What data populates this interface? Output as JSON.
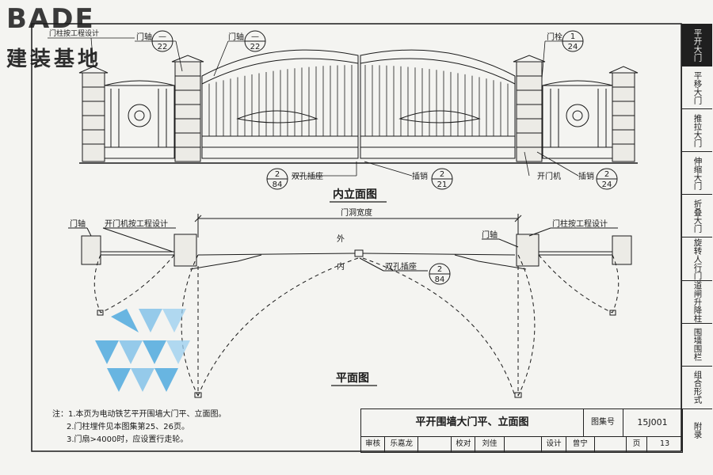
{
  "brand": {
    "latin": "BADE",
    "chinese": "建装基地"
  },
  "sidebar": {
    "tabs": [
      {
        "label": "平开大门",
        "active": true
      },
      {
        "label": "平移大门",
        "active": false
      },
      {
        "label": "推拉大门",
        "active": false
      },
      {
        "label": "伸缩大门",
        "active": false
      },
      {
        "label": "折叠大门",
        "active": false
      },
      {
        "label": "旋转人行门",
        "active": false
      },
      {
        "label": "道闸升降柱",
        "active": false
      },
      {
        "label": "围墙围栏",
        "active": false
      },
      {
        "label": "组合形式",
        "active": false
      },
      {
        "label": "附录",
        "active": false
      }
    ]
  },
  "elevation": {
    "title": "内立面图",
    "labels": {
      "pillar_design": "门柱按工程设计",
      "hinge_left": "门轴",
      "hinge_mid": "门轴",
      "latch": "门栓",
      "double_socket": "双孔插座",
      "pin_mid": "插销",
      "opener": "开门机",
      "pin_right": "插销"
    },
    "refs": {
      "hinge_left": {
        "top": "—",
        "bottom": "22"
      },
      "hinge_mid": {
        "top": "—",
        "bottom": "22"
      },
      "latch": {
        "top": "1",
        "bottom": "24"
      },
      "double_socket": {
        "top": "2",
        "bottom": "84"
      },
      "pin_mid": {
        "top": "2",
        "bottom": "21"
      },
      "pin_right": {
        "top": "2",
        "bottom": "24"
      }
    }
  },
  "plan": {
    "title": "平面图",
    "labels": {
      "hinge_left": "门轴",
      "opener_design": "开门机按工程设计",
      "opening_width": "门洞宽度",
      "outside": "外",
      "inside": "内",
      "hinge_right": "门轴",
      "pillar_design": "门柱按工程设计",
      "double_socket": "双孔插座"
    },
    "refs": {
      "double_socket": {
        "top": "2",
        "bottom": "84"
      }
    }
  },
  "notes": [
    "注：1.本页为电动铁艺平开围墙大门平、立面图。",
    "2.门柱埋件见本图集第25、26页。",
    "3.门扇>4000时，应设置行走轮。"
  ],
  "title_block": {
    "title": "平开围墙大门平、立面图",
    "atlas_label": "图集号",
    "atlas_number": "15J001",
    "row": [
      "审核",
      "乐嘉龙",
      "",
      "校对",
      "刘佳",
      "",
      "设计",
      "曾宁",
      "",
      "页",
      "13"
    ]
  },
  "colors": {
    "line": "#1a1a1a",
    "paper": "#f4f4f1",
    "watermark": "#3aa0dc"
  }
}
